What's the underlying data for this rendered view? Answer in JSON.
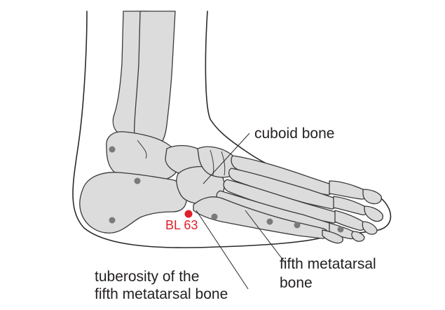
{
  "labels": {
    "cuboid": "cuboid bone",
    "tuberosity_line1": "tuberosity of the",
    "tuberosity_line2": "fifth metatarsal bone",
    "fifth_meta_line1": "fifth metatarsal",
    "fifth_meta_line2": "bone"
  },
  "acupoint": {
    "name": "BL 63",
    "color": "#e0202a"
  },
  "colors": {
    "bone_fill": "#dcdcdc",
    "outline": "#2a2a2a",
    "marker": "#7a7a7a"
  }
}
